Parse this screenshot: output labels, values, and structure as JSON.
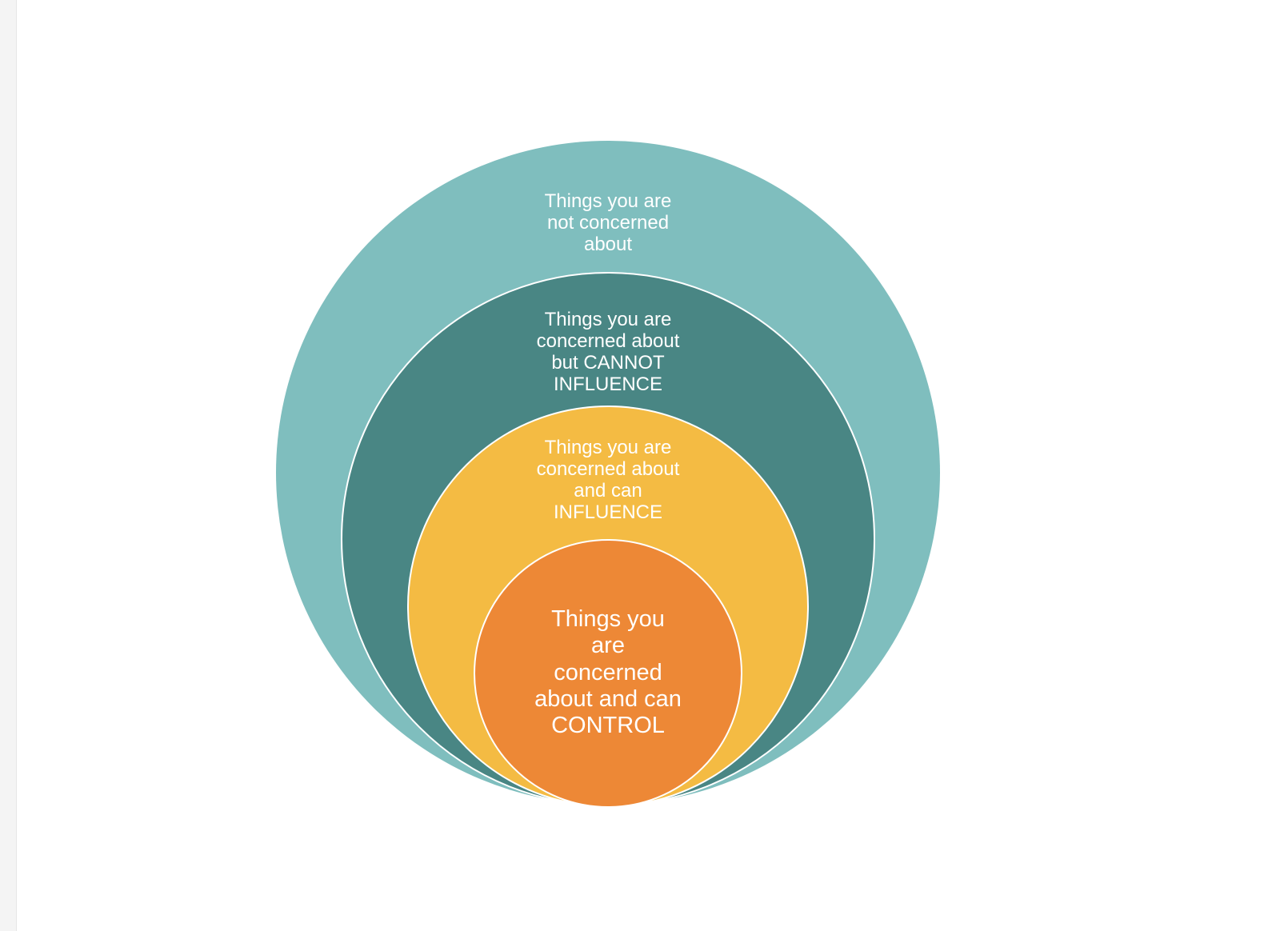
{
  "diagram": {
    "rings": [
      {
        "label": "Things you are\nnot concerned\nabout",
        "color": "#7fbebe"
      },
      {
        "label": "Things you are\nconcerned about\nbut CANNOT\nINFLUENCE",
        "color": "#498684"
      },
      {
        "label": "Things you are\nconcerned about\nand can\nINFLUENCE",
        "color": "#f4bb43"
      },
      {
        "label": "Things you\nare\nconcerned\nabout and can\nCONTROL",
        "color": "#ed8836"
      }
    ]
  }
}
